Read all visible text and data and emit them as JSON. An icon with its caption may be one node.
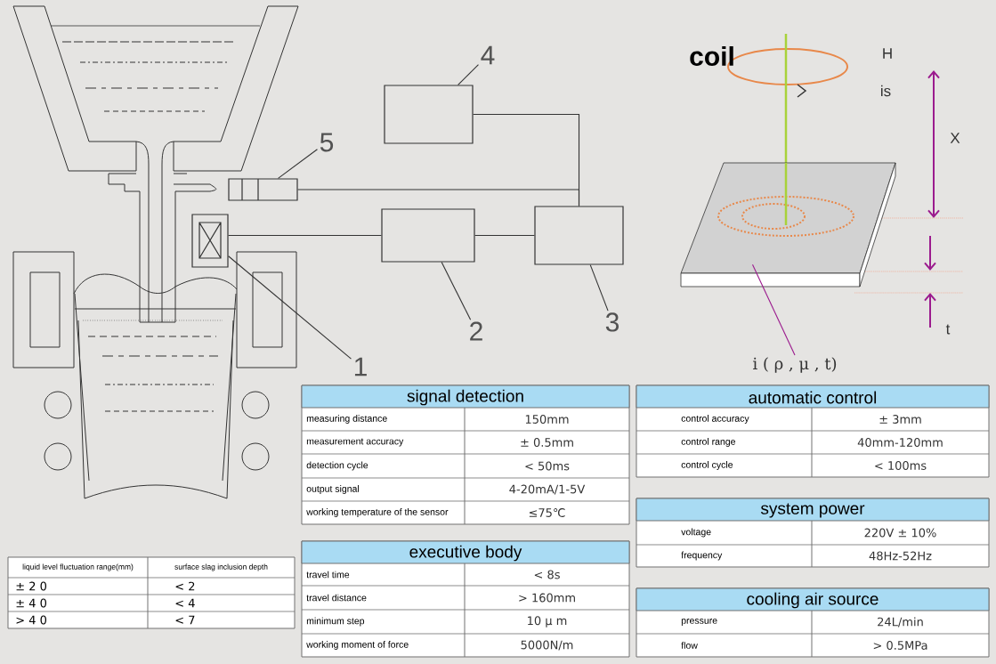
{
  "diagram": {
    "nodes": [
      {
        "text": [
          "4"
        ]
      },
      {
        "text": [],
        "shape": "box"
      },
      {
        "text": [
          "5"
        ]
      },
      {
        "text": [],
        "shape": "box"
      },
      {
        "text": [],
        "shape": "box"
      },
      {
        "text": [],
        "shape": "box"
      },
      {
        "text": [],
        "shape": "box"
      },
      {
        "text": [
          "1"
        ]
      },
      {
        "text": [
          "2"
        ]
      },
      {
        "text": [
          "3"
        ]
      },
      {
        "text": [
          "i ( ρ , μ , t)"
        ]
      },
      {
        "text": [],
        "shape": "box"
      },
      {
        "text": [
          "signal detection",
          "measuring distance",
          "150mm",
          "measurement accuracy",
          "± 0.5mm",
          "detection cycle",
          "< 50ms",
          "output signal",
          "4-20mA/1-5V",
          "working temperature of the sensor",
          "≤75℃"
        ]
      },
      {
        "text": [
          "automatic control",
          "control accuracy",
          "± 3mm",
          "control range",
          "40mm-120mm",
          "control cycle",
          "< 100ms"
        ]
      },
      {
        "text": [
          "system power",
          "voltage",
          "220V ± 10%",
          "frequency",
          "48Hz-52Hz"
        ]
      },
      {
        "text": [
          "executive body",
          "travel time",
          "< 8s",
          "travel distance",
          "> 160mm",
          "minimum step",
          "10 μ m",
          "working moment of force",
          "5000N/m"
        ]
      },
      {
        "text": [
          "cooling air source",
          "pressure",
          "24L/min",
          "flow",
          "> 0.5MPa"
        ]
      },
      {
        "text": [
          "liquid level fluctuation range(mm)",
          "surface slag inclusion depth",
          "± 2 0",
          "< 2",
          "± 4 0",
          "< 4",
          "> 4 0",
          "< 7"
        ]
      }
    ],
    "edges": [
      {
        "from": 0,
        "to": 1,
        "arrow": "none"
      },
      {
        "from": 2,
        "to": 3,
        "arrow": "none"
      },
      {
        "from": 7,
        "to": 4,
        "arrow": "none"
      },
      {
        "from": 8,
        "to": 5,
        "arrow": "none"
      },
      {
        "from": 9,
        "to": 6,
        "arrow": "none"
      },
      {
        "from": 10,
        "to": 11,
        "arrow": "none",
        "color": "#9b1b8e"
      },
      {
        "from": 4,
        "to": 5,
        "arrow": "none"
      },
      {
        "from": 5,
        "to": 6,
        "arrow": "none"
      },
      {
        "from": 1,
        "to": 6,
        "arrow": "none"
      },
      {
        "from": 3,
        "to": 6,
        "arrow": "none"
      }
    ],
    "labels": [
      "coil",
      "H",
      "is",
      "X",
      "t"
    ]
  }
}
